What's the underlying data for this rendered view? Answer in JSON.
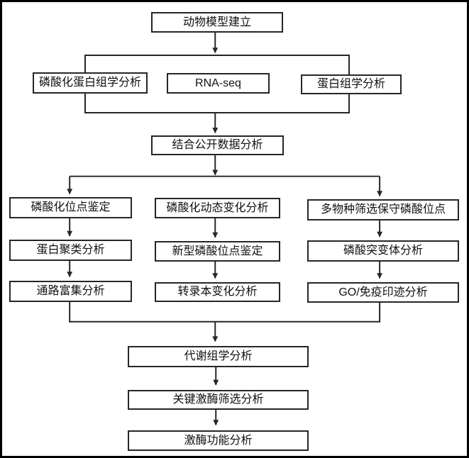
{
  "flowchart": {
    "title_node": "动物模型建立",
    "omics_group": {
      "phospho_proteomics": "磷酸化蛋白组学分析",
      "rna_seq": "RNA-seq",
      "proteomics": "蛋白组学分析"
    },
    "combine_public_data": "结合公开数据分析",
    "columns": {
      "left": [
        "磷酸化位点鉴定",
        "蛋白聚类分析",
        "通路富集分析"
      ],
      "middle": [
        "磷酸化动态变化分析",
        "新型磷酸位点鉴定",
        "转录本变化分析"
      ],
      "right": [
        "多物种筛选保守磷酸位点",
        "磷酸突变体分析",
        "GO/免疫印迹分析"
      ]
    },
    "bottom": [
      "代谢组学分析",
      "关键激酶筛选分析",
      "激酶功能分析"
    ]
  },
  "colors": {
    "line": "#262626",
    "box_border": "#262626",
    "text": "#111111",
    "background": "#ffffff",
    "outer_border": "#000000"
  }
}
